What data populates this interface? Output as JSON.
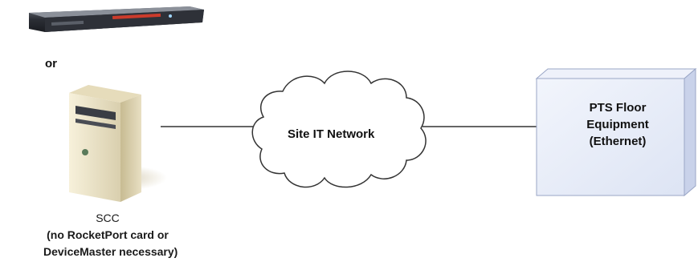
{
  "labels": {
    "or": "or",
    "cloud": "Site IT Network",
    "pts": [
      "PTS Floor",
      "Equipment",
      "(Ethernet)"
    ],
    "scc": [
      "SCC",
      "(no RocketPort card or",
      "DeviceMaster necessary)"
    ]
  },
  "colors": {
    "line": "#333333",
    "box_face": "#e6ebf7",
    "box_edge": "#c9d2ea",
    "tower": "#efe6c9",
    "server": "#2c2f36"
  },
  "icons": {
    "rack_server": "rack-server-icon",
    "tower_pc": "tower-pc-icon",
    "cloud": "cloud-icon"
  }
}
